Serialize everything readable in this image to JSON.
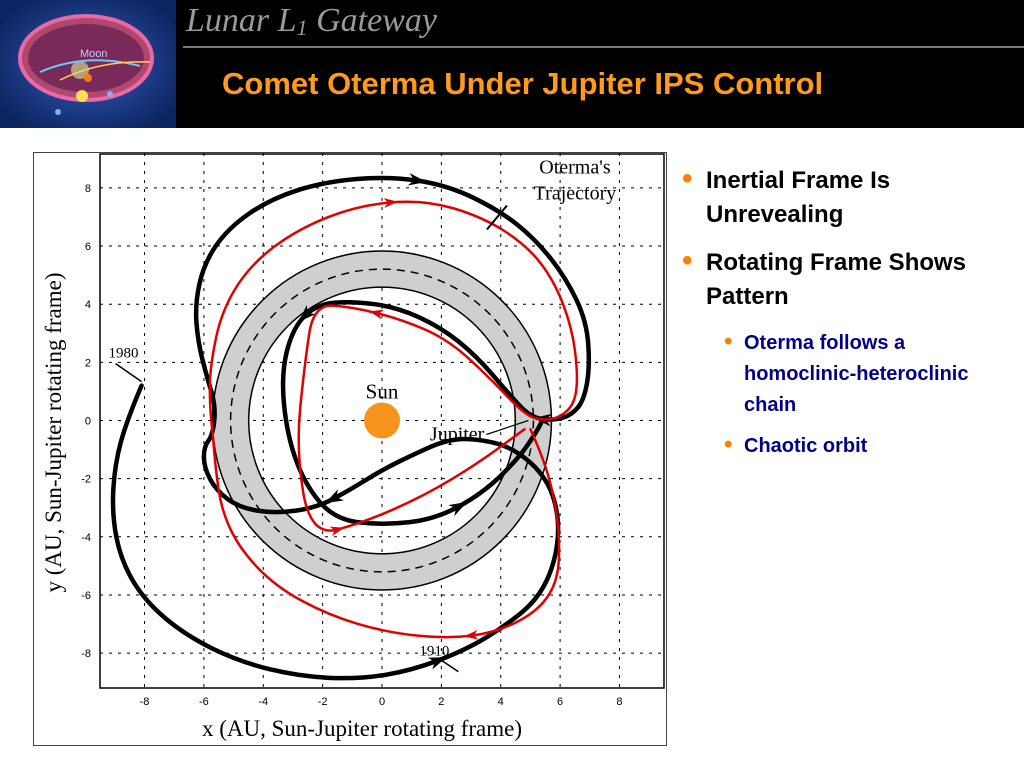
{
  "header": {
    "title": "Lunar L",
    "title_subscript": "1",
    "title_suffix": " Gateway",
    "logo_moon_label": "Moon",
    "slide_title": "Comet Oterma Under Jupiter IPS Control"
  },
  "colors": {
    "accent": "#ff9a1a",
    "bullet_dot": "#ff7f00",
    "sub_bullet_text": "#00008b",
    "trajectory_rotating": "#e00000",
    "trajectory_black": "#000000",
    "sun": "#f7941d"
  },
  "bullets": [
    {
      "text": "Inertial Frame Is Unrevealing"
    },
    {
      "text": "Rotating Frame Shows Pattern",
      "sub": [
        {
          "text": "Oterma follows a homoclinic-heteroclinic chain"
        },
        {
          "text": "Chaotic orbit"
        }
      ]
    }
  ],
  "chart_data": {
    "type": "line",
    "title": "",
    "xlabel": "x (AU, Sun-Jupiter rotating frame)",
    "ylabel": "y (AU, Sun-Jupiter rotating frame)",
    "xlim": [
      -9.5,
      9.5
    ],
    "ylim": [
      -9.2,
      9.2
    ],
    "grid": true,
    "xticks": [
      -8,
      -6,
      -4,
      -2,
      0,
      2,
      4,
      6,
      8
    ],
    "yticks": [
      -8,
      -6,
      -4,
      -2,
      0,
      2,
      4,
      6,
      8
    ],
    "annotations": [
      {
        "text": "Sun",
        "x": 0,
        "y": 0
      },
      {
        "text": "Jupiter",
        "x": 5.2,
        "y": 0
      },
      {
        "text": "Oterma's",
        "x": 6.5,
        "y": 8.5
      },
      {
        "text": "Trajectory",
        "x": 6.5,
        "y": 7.6
      },
      {
        "text": "1980",
        "x": -8.1,
        "y": 1.2
      },
      {
        "text": "1910",
        "x": 2.1,
        "y": -7.4
      }
    ],
    "band": {
      "inner_radius": 4.5,
      "outer_radius": 5.7,
      "center_radius": 5.1
    },
    "series": [
      {
        "x": [
          -8.1,
          -8.6,
          -9.0,
          -9.1,
          -8.8,
          -8.0,
          -6.6,
          -4.8,
          -2.8,
          -0.8,
          1.0,
          2.8,
          4.1,
          5.2,
          5.8,
          6.0,
          5.6,
          4.4,
          3.0,
          2.1,
          1.2,
          0.0,
          -1.1,
          -2.2,
          -3.6,
          -4.8,
          -5.6,
          -6.0,
          -6.0,
          -5.7,
          -5.6,
          -5.9,
          -6.2,
          -6.3,
          -6.0,
          -5.2,
          -3.8,
          -2.0,
          0.2,
          2.2,
          4.0,
          5.2,
          6.2,
          6.9,
          7.0,
          6.8,
          6.4,
          5.8,
          5.0,
          4.2,
          3.2,
          2.0,
          0.5,
          -1.0,
          -2.2,
          -3.0,
          -3.4,
          -3.2,
          -2.6,
          -1.6,
          0.0,
          1.8,
          3.4,
          4.6,
          5.2,
          5.4
        ],
        "y": [
          1.2,
          0.0,
          -1.5,
          -3.2,
          -4.8,
          -6.2,
          -7.4,
          -8.3,
          -8.8,
          -8.9,
          -8.6,
          -7.9,
          -7.1,
          -6.2,
          -5.0,
          -3.5,
          -2.0,
          -0.9,
          -0.6,
          -0.7,
          -1.1,
          -1.7,
          -2.4,
          -3.0,
          -3.2,
          -3.0,
          -2.4,
          -1.6,
          -0.9,
          -0.5,
          0.5,
          1.5,
          2.7,
          4.0,
          5.4,
          6.6,
          7.6,
          8.2,
          8.4,
          8.1,
          7.2,
          6.2,
          4.9,
          3.4,
          1.8,
          0.7,
          0.2,
          0.0,
          0.1,
          1.0,
          2.2,
          3.2,
          3.9,
          4.1,
          4.0,
          3.2,
          1.6,
          -0.5,
          -2.2,
          -3.4,
          -3.6,
          -3.4,
          -2.5,
          -1.3,
          -0.4,
          0.0
        ]
      },
      {
        "x": [
          5.0,
          5.4,
          5.8,
          6.0,
          5.9,
          5.2,
          3.8,
          2.2,
          0.2,
          -1.8,
          -3.6,
          -4.8,
          -5.4,
          -5.6,
          -5.7,
          -5.8,
          -5.8,
          -5.4,
          -4.4,
          -2.8,
          -0.8,
          1.4,
          3.4,
          4.9,
          5.8,
          6.4,
          6.6,
          6.5,
          6.0,
          5.4,
          4.8,
          3.6,
          2.2,
          0.6,
          -1.0,
          -2.3,
          -2.6,
          -2.9,
          -2.4,
          -0.6,
          1.4,
          3.2,
          4.8
        ],
        "y": [
          -0.3,
          -1.2,
          -2.6,
          -4.2,
          -5.6,
          -6.6,
          -7.3,
          -7.5,
          -7.3,
          -6.7,
          -5.7,
          -4.4,
          -3.1,
          -1.7,
          -0.5,
          0.5,
          1.8,
          3.8,
          5.4,
          6.6,
          7.4,
          7.6,
          7.0,
          6.0,
          4.8,
          3.2,
          1.6,
          0.6,
          0.1,
          0.0,
          0.2,
          1.5,
          2.8,
          3.5,
          3.9,
          4.0,
          2.0,
          -1.0,
          -4.0,
          -3.5,
          -2.6,
          -1.5,
          -0.3
        ]
      }
    ]
  }
}
